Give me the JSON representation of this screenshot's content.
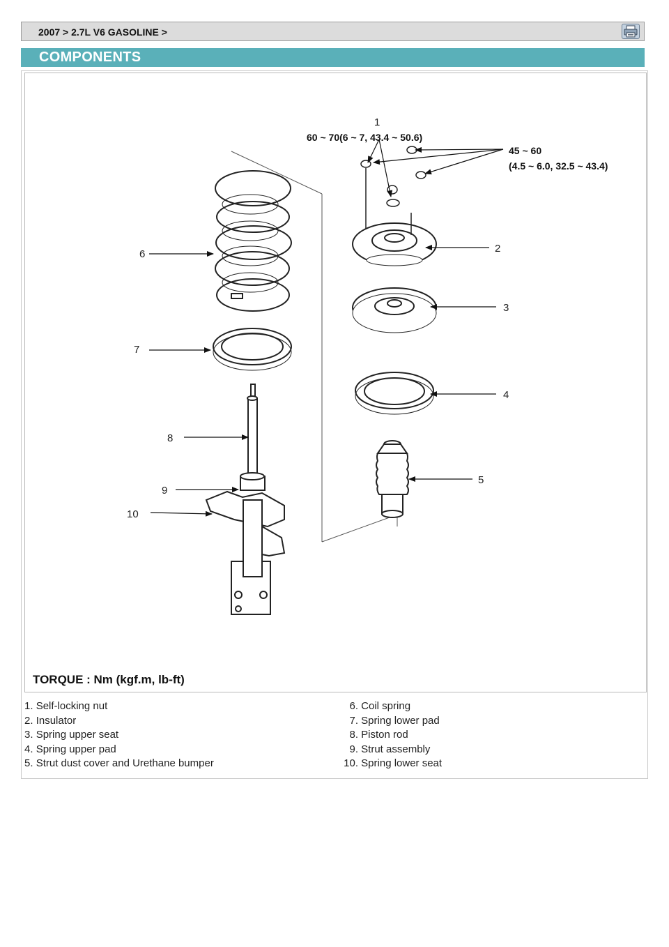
{
  "breadcrumb": {
    "text": "2007 > 2.7L V6 GASOLINE >"
  },
  "toolbar": {
    "print_icon": "printer-icon"
  },
  "section": {
    "title": "COMPONENTS"
  },
  "figure": {
    "spec_1": "60 ~ 70(6 ~ 7, 43.4 ~ 50.6)",
    "spec_2_line1": "45 ~ 60",
    "spec_2_line2": "(4.5 ~ 6.0, 32.5 ~ 43.4)",
    "callouts": [
      "1",
      "2",
      "3",
      "4",
      "5",
      "6",
      "7",
      "8",
      "9",
      "10"
    ],
    "torque_note": "TORQUE : Nm (kgf.m, lb-ft)"
  },
  "legend": {
    "left": [
      {
        "num": "1.",
        "label": "Self-locking nut"
      },
      {
        "num": "2.",
        "label": "Insulator"
      },
      {
        "num": "3.",
        "label": "Spring upper seat"
      },
      {
        "num": "4.",
        "label": "Spring upper pad"
      },
      {
        "num": "5.",
        "label": "Strut dust cover and Urethane bumper"
      }
    ],
    "right": [
      {
        "num": "6.",
        "label": "Coil spring"
      },
      {
        "num": "7.",
        "label": "Spring lower pad"
      },
      {
        "num": "8.",
        "label": "Piston rod"
      },
      {
        "num": "9.",
        "label": "Strut assembly"
      },
      {
        "num": "10.",
        "label": "Spring lower seat"
      }
    ]
  },
  "colors": {
    "section_bar": "#5ab0b9",
    "breadcrumb_bar": "#dcdcdc"
  }
}
